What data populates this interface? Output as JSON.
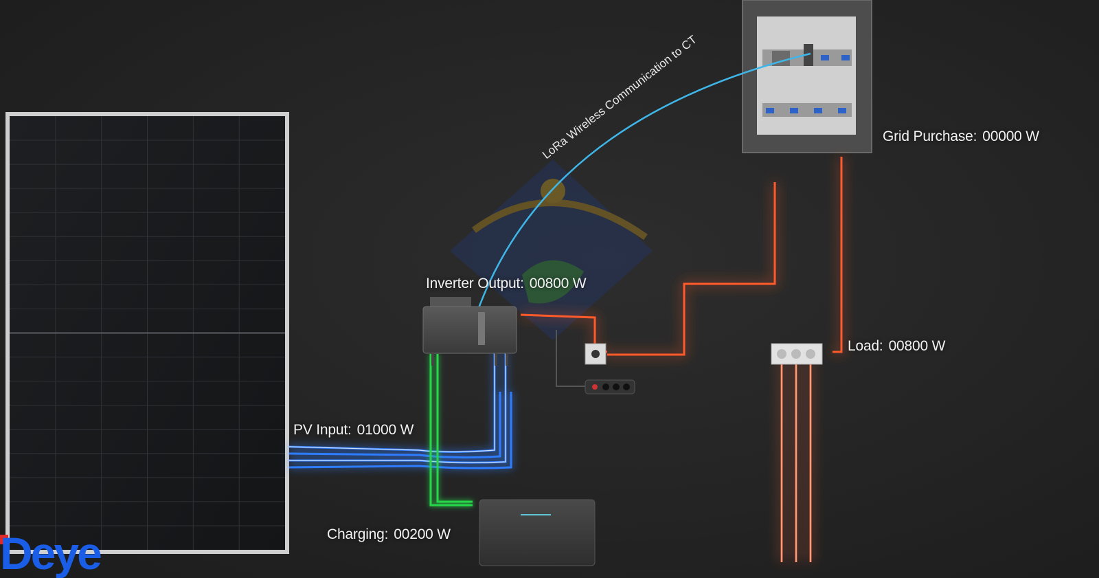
{
  "labels": {
    "grid_purchase": {
      "name": "Grid Purchase:",
      "value": "00000 W"
    },
    "inverter_output": {
      "name": "Inverter Output:",
      "value": "00800 W"
    },
    "load": {
      "name": "Load:",
      "value": "00800 W"
    },
    "pv_input": {
      "name": "PV Input:",
      "value": "01000 W"
    },
    "charging": {
      "name": "Charging:",
      "value": "00200 W"
    }
  },
  "lora_text": "LoRa Wireless Communication to CT",
  "brand": {
    "logo_text": "Deye",
    "logo_color": "#1a5de6"
  },
  "colors": {
    "pv_flow": "#2f7bff",
    "charging_flow": "#27d84a",
    "grid_load_flow": "#ff5a2a",
    "lora_link": "#3fb6e8"
  }
}
